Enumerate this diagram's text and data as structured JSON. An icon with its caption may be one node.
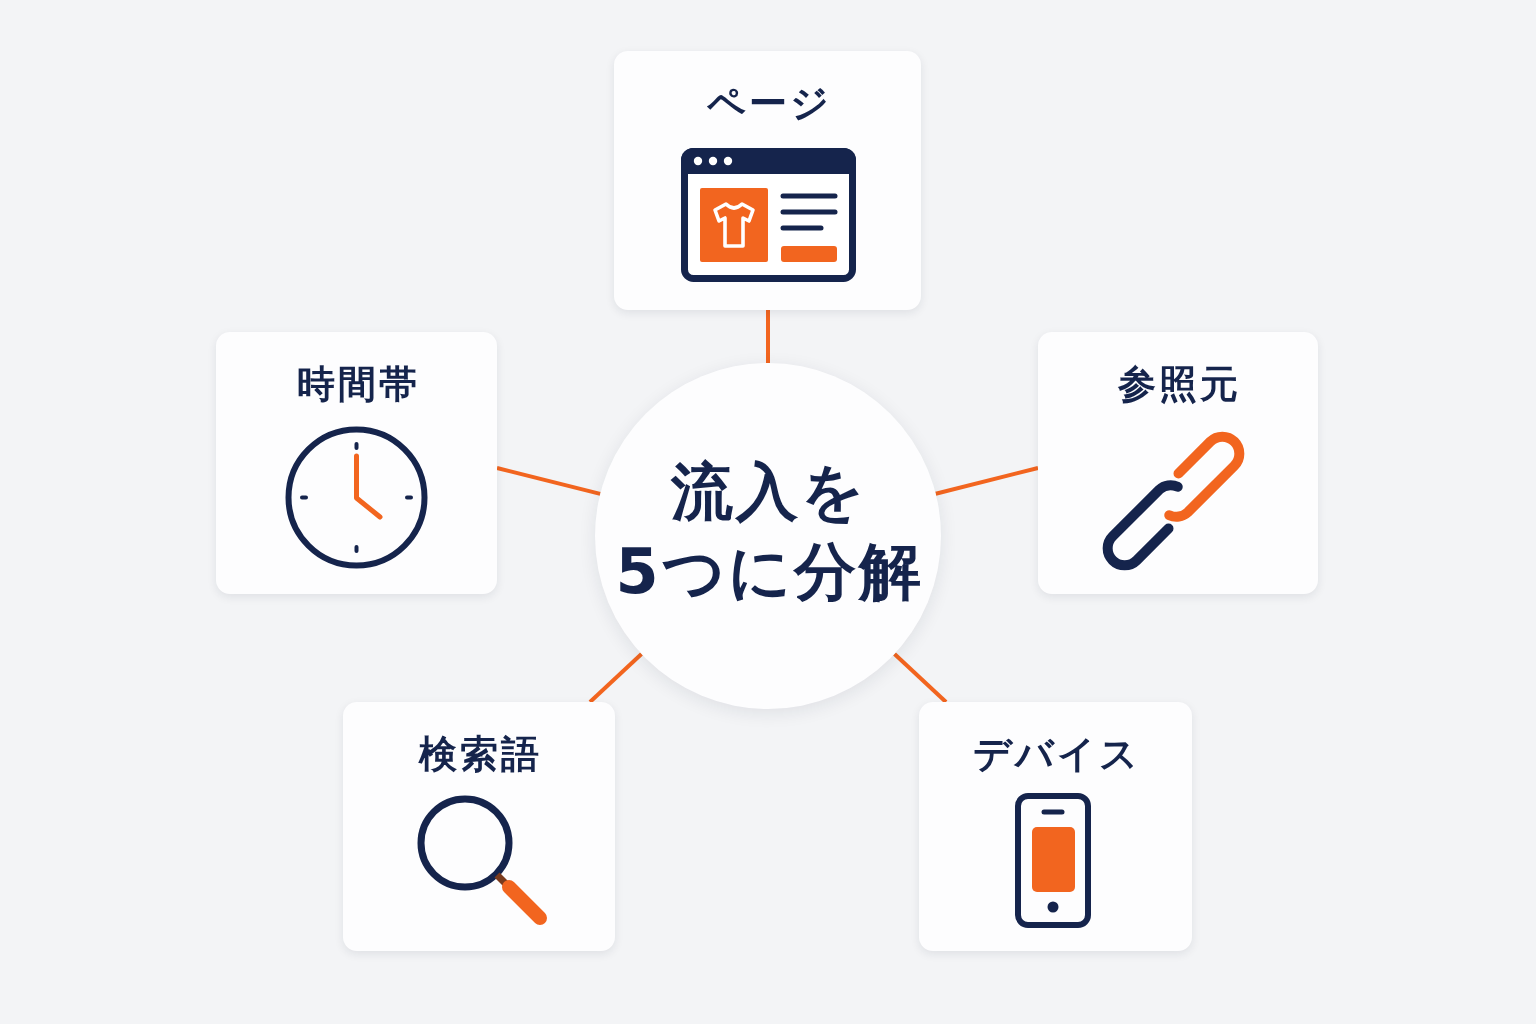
{
  "diagram": {
    "nodes": [
      {
        "text": [
          "ページ"
        ]
      },
      {
        "text": [
          "時間帯"
        ]
      },
      {
        "text": [
          "流入を5つに分解"
        ]
      },
      {
        "text": [
          "参照元"
        ]
      },
      {
        "text": [
          "検索語"
        ]
      },
      {
        "text": [
          "デバイス"
        ]
      }
    ],
    "edges": [
      {
        "from": 2,
        "to": 0,
        "arrow": "none"
      },
      {
        "from": 2,
        "to": 1,
        "arrow": "none"
      },
      {
        "from": 2,
        "to": 3,
        "arrow": "none"
      },
      {
        "from": 2,
        "to": 4,
        "arrow": "none"
      },
      {
        "from": 2,
        "to": 5,
        "arrow": "none"
      }
    ]
  }
}
